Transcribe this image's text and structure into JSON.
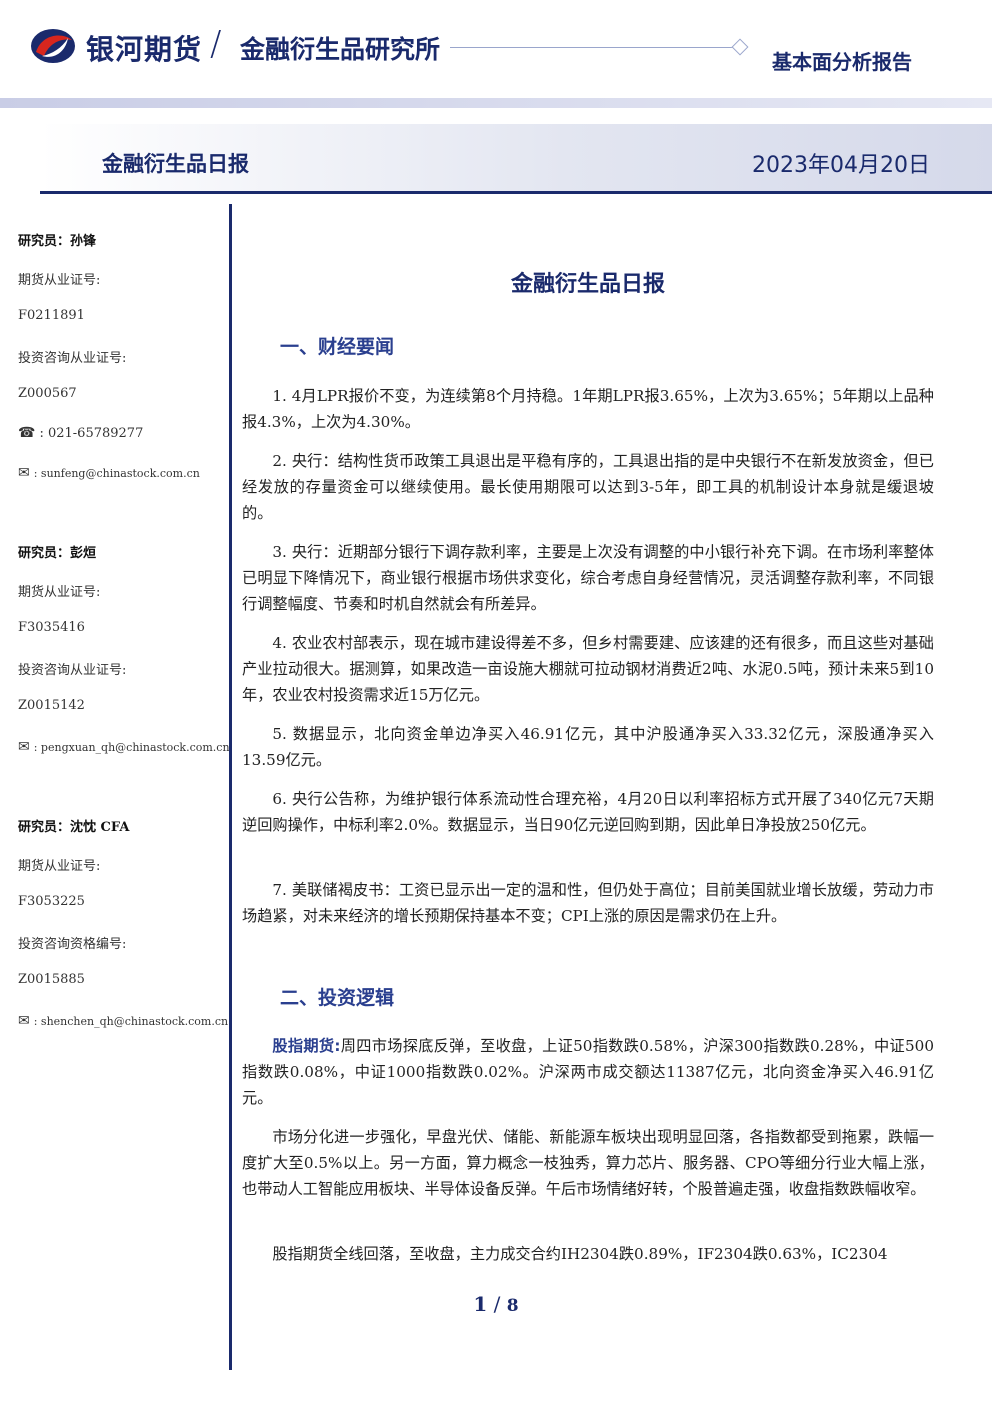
{
  "header": {
    "company": "银河期货",
    "slash": "/",
    "institute": "金融衍生品研究所",
    "report_type": "基本面分析报告"
  },
  "banner": {
    "title": "金融衍生品日报",
    "date": "2023年04月20日"
  },
  "sidebar": {
    "researchers": [
      {
        "name": "研究员：孙锋",
        "license_label": "期货从业证号:",
        "license": "F0211891",
        "consult_label": "投资咨询从业证号:",
        "consult": "Z000567",
        "phone": ":  021-65789277",
        "email": ":  sunfeng@chinastock.com.cn"
      },
      {
        "name": "研究员：彭烜",
        "license_label": "期货从业证号:",
        "license": "F3035416",
        "consult_label": "投资咨询从业证号:",
        "consult": "Z0015142",
        "email": ":  pengxuan_qh@chinastock.com.cn"
      },
      {
        "name": "研究员：沈忱  CFA",
        "license_label": "期货从业证号:",
        "license": "F3053225",
        "consult_label": "投资咨询资格编号:",
        "consult": "Z0015885",
        "email": ":  shenchen_qh@chinastock.com.cn"
      }
    ]
  },
  "main": {
    "title": "金融衍生品日报",
    "section1": "一、财经要闻",
    "news": [
      "1. 4月LPR报价不变，为连续第8个月持稳。1年期LPR报3.65%，上次为3.65%；5年期以上品种报4.3%，上次为4.30%。",
      "2. 央行：结构性货币政策工具退出是平稳有序的，工具退出指的是中央银行不在新发放资金，但已经发放的存量资金可以继续使用。最长使用期限可以达到3-5年，即工具的机制设计本身就是缓退坡的。",
      "3. 央行：近期部分银行下调存款利率，主要是上次没有调整的中小银行补充下调。在市场利率整体已明显下降情况下，商业银行根据市场供求变化，综合考虑自身经营情况，灵活调整存款利率，不同银行调整幅度、节奏和时机自然就会有所差异。",
      "4. 农业农村部表示，现在城市建设得差不多，但乡村需要建、应该建的还有很多，而且这些对基础产业拉动很大。据测算，如果改造一亩设施大棚就可拉动钢材消费近2吨、水泥0.5吨，预计未来5到10年，农业农村投资需求近15万亿元。",
      "5. 数据显示，北向资金单边净买入46.91亿元，其中沪股通净买入33.32亿元，深股通净买入13.59亿元。",
      "6. 央行公告称，为维护银行体系流动性合理充裕，4月20日以利率招标方式开展了340亿元7天期逆回购操作，中标利率2.0%。数据显示，当日90亿元逆回购到期，因此单日净投放250亿元。",
      "7. 美联储褐皮书：工资已显示出一定的温和性，但仍处于高位；目前美国就业增长放缓，劳动力市场趋紧，对未来经济的增长预期保持基本不变；CPI上涨的原因是需求仍在上升。"
    ],
    "section2": "二、投资逻辑",
    "logic_lead": "股指期货:",
    "logic": [
      "周四市场探底反弹，至收盘，上证50指数跌0.58%，沪深300指数跌0.28%，中证500指数跌0.08%，中证1000指数跌0.02%。沪深两市成交额达11387亿元，北向资金净买入46.91亿元。",
      "市场分化进一步强化，早盘光伏、储能、新能源车板块出现明显回落，各指数都受到拖累，跌幅一度扩大至0.5%以上。另一方面，算力概念一枝独秀，算力芯片、服务器、CPO等细分行业大幅上涨，也带动人工智能应用板块、半导体设备反弹。午后市场情绪好转，个股普遍走强，收盘指数跌幅收窄。",
      "股指期货全线回落，至收盘，主力成交合约IH2304跌0.89%，IF2304跌0.63%，IC2304"
    ]
  },
  "footer": {
    "page": "1",
    "sep": "/",
    "total": "8"
  },
  "colors": {
    "brand_navy": "#1a2a6c",
    "section_blue": "#2a3f8f",
    "logo_red": "#d7261e"
  }
}
